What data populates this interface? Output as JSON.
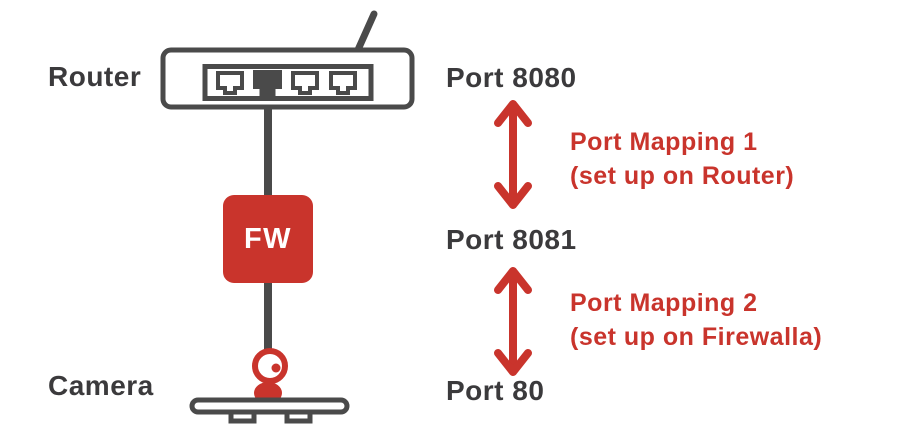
{
  "colors": {
    "red": "#c9342c",
    "icon_dark": "#4a4a4a",
    "text_dark": "#3b3a3c",
    "background": "#ffffff"
  },
  "devices": {
    "router": "Router",
    "firewall": "FW",
    "camera": "Camera"
  },
  "ports": {
    "top": "Port 8080",
    "middle": "Port 8081",
    "bottom": "Port 80"
  },
  "mappings": {
    "mapping1": {
      "title": "Port Mapping 1",
      "subtitle": "(set up on Router)"
    },
    "mapping2": {
      "title": "Port Mapping 2",
      "subtitle": "(set up on Firewalla)"
    }
  }
}
